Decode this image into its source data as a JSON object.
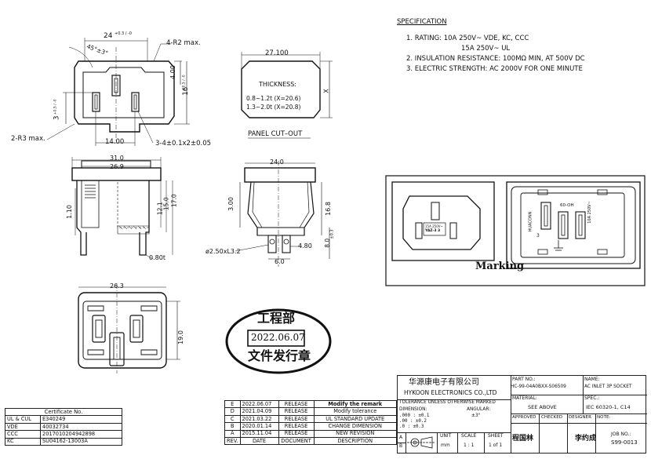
{
  "specification": {
    "heading": "SPECIFICATION",
    "lines": [
      "1. RATING: 10A 250V~ VDE, KC, CCC",
      "15A 250V~ UL",
      "2. INSULATION RESISTANCE: 100MΩ MIN, AT 500V DC",
      "3. ELECTRIC STRENGTH: AC 2000V FOR ONE MINUTE"
    ]
  },
  "front_view": {
    "dim_width": "24",
    "dim_width_tol": "+0.3 / -0",
    "dim_angle": "45°±3°",
    "dim_corner": "4-R2 max.",
    "dim_4": "4.00",
    "dim_height": "16",
    "dim_height_tol": "+0.5 / -0",
    "dim_pin_left": "3",
    "dim_pin_left_tol": "+0.5 / -0",
    "dim_r3": "2-R3 max.",
    "dim_pitch": "14.00",
    "dim_pins": "3-4±0.1x2±0.05"
  },
  "panel_cutout": {
    "dim_width": "27.100",
    "thickness_label": "THICKNESS:",
    "row1": "0.8~1.2t (X=20.6)",
    "row2": "1.3~2.0t (X=20.8)",
    "dim_x": "X",
    "caption": "PANEL CUT–OUT"
  },
  "side_view": {
    "dim_31": "31.0",
    "dim_26_9": "26.9",
    "dim_1_10": "1.10",
    "dim_12": "12.1",
    "dim_15": "15.0",
    "dim_17": "17.0",
    "dim_0_80": "0.80t"
  },
  "end_view": {
    "dim_24": "24.0",
    "dim_3": "3.00",
    "dim_16_8": "16.8",
    "dim_tab": "ø2.50xL3.2",
    "dim_4_80": "4.80",
    "dim_6": "6.0",
    "dim_8": "8.0",
    "dim_8_tol": "±0.3"
  },
  "rear_view": {
    "dim_26_3": "26.3",
    "dim_19": "19.0"
  },
  "marking": {
    "caption": "Marking",
    "small_label_1": "15A 250V~",
    "small_label_2": "YAZ-3 3",
    "rear_brand": "HUACONN",
    "rear_code": "60-OH",
    "rear_rating": "10A 250V~",
    "rear_num": "3"
  },
  "stamp": {
    "top": "工程部",
    "date": "2022.06.07",
    "bottom": "文件发行章"
  },
  "certificates": {
    "title": "Certificate No.",
    "rows": [
      [
        "UL & CUL",
        "E340249"
      ],
      [
        "VDE",
        "40032734"
      ],
      [
        "CCC",
        "2017010204942898"
      ],
      [
        "KC",
        "SU04162-13003A"
      ]
    ]
  },
  "revisions": {
    "rows": [
      [
        "E",
        "2022.06.07",
        "RELEASE",
        "Modify the remark"
      ],
      [
        "D",
        "2021.04.09",
        "RELEASE",
        "Modify tolerance"
      ],
      [
        "C",
        "2021.03.22",
        "RELEASE",
        "UL STANDARD UPDATE"
      ],
      [
        "B",
        "2020.01.14",
        "RELEASE",
        "CHANGE DIMENSION"
      ],
      [
        "A",
        "2015.11.04",
        "RELEASE",
        "NEW REVISION"
      ]
    ],
    "header": [
      "REV.",
      "DATE",
      "DOCUMENT",
      "DESCRIPTION"
    ]
  },
  "title_block": {
    "company_cn": "华源康电子有限公司",
    "company_en": "HYKOON ELECTRONICS CO.,LTD",
    "tolerance_title": "TOLERANCE UNLESS OTHERWISE MARKED",
    "dimension_label": "DIMENSION:",
    "angular_label": "ANGULAR:",
    "angular_value": "±3°",
    "tol_rows": [
      ".000 : ±0.1",
      ".00  : ±0.2",
      ".0   : ±0.3"
    ],
    "unit_label": "UNIT",
    "unit_value": "mm",
    "scale_label": "SCALE",
    "scale_value": "1 : 1",
    "sheet_label": "SHEET",
    "sheet_value": "1 of 1",
    "part_no_label": "PART NO.:",
    "part_no": "HC-99-04A0BXX-S06509",
    "name_label": "NAME:",
    "name_value": "AC INLET 3P SOCKET",
    "material_label": "MATERIAL:",
    "material_value": "SEE ABOVE",
    "spec_label": "SPEC.:",
    "spec_value": "IEC 60320-1, C14",
    "approved_label": "APPROVED",
    "checked_label": "CHECKED",
    "designer_label": "DESIGNER",
    "note_label": "NOTE:",
    "approved_name": "程国林",
    "designer_name": "李约成",
    "job_label": "JOB NO.:",
    "job_value": "S99-0013",
    "proj_a": "A",
    "proj_b": "B"
  }
}
